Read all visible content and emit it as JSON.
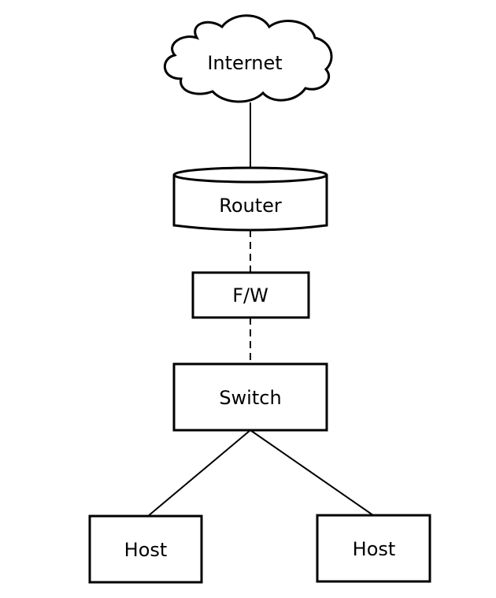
{
  "nodes": {
    "internet": {
      "label": "Internet"
    },
    "router": {
      "label": "Router"
    },
    "firewall": {
      "label": "F/W"
    },
    "switch": {
      "label": "Switch"
    },
    "host_left": {
      "label": "Host"
    },
    "host_right": {
      "label": "Host"
    }
  },
  "edges": [
    {
      "from": "internet",
      "to": "router",
      "style": "solid"
    },
    {
      "from": "router",
      "to": "firewall",
      "style": "dashed"
    },
    {
      "from": "firewall",
      "to": "switch",
      "style": "dashed"
    },
    {
      "from": "switch",
      "to": "host_left",
      "style": "solid"
    },
    {
      "from": "switch",
      "to": "host_right",
      "style": "solid"
    }
  ],
  "colors": {
    "stroke": "#000000",
    "fill": "#ffffff",
    "background": "#ffffff"
  }
}
